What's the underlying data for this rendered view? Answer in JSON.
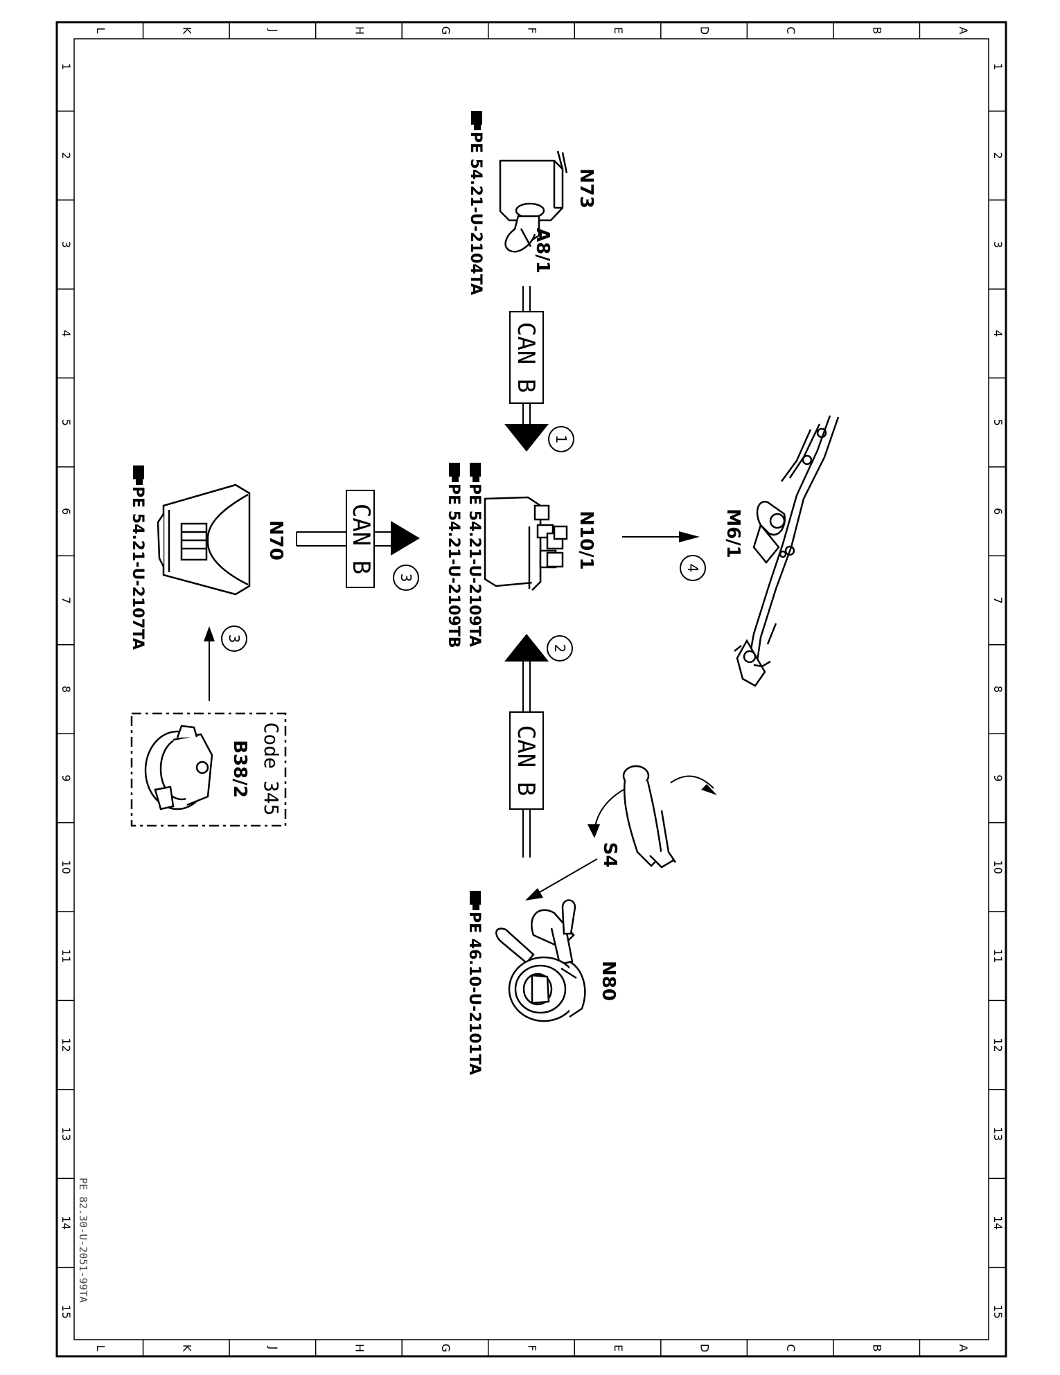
{
  "frame": {
    "columns": [
      "L",
      "K",
      "J",
      "H",
      "G",
      "F",
      "E",
      "D",
      "C",
      "B",
      "A"
    ],
    "rows": [
      "1",
      "2",
      "3",
      "4",
      "5",
      "6",
      "7",
      "8",
      "9",
      "10",
      "11",
      "12",
      "13",
      "14",
      "15"
    ]
  },
  "components": {
    "n73": "N73",
    "a8_1": "A8/1",
    "n10_1": "N10/1",
    "m6_1": "M6/1",
    "n70": "N70",
    "n80": "N80",
    "s4": "S4",
    "b38_2": "B38/2",
    "code": "Code 345"
  },
  "references": {
    "n73_ref": "PE 54.21-U-2104TA",
    "n10_ref_a": "PE 54.21-U-2109TA",
    "n10_ref_b": "PE 54.21-U-2109TB",
    "n70_ref": "PE 54.21-U-2107TA",
    "n80_ref": "PE 46.10-U-2101TA"
  },
  "bus_label": "CAN B",
  "steps": {
    "one": "1",
    "two": "2",
    "three": "3",
    "four": "4"
  },
  "footer_code": "PE 82.30-U-2051-99TA",
  "icons": [
    "reference-hand-icon"
  ],
  "colors": {
    "line": "#000000",
    "background": "#ffffff"
  }
}
